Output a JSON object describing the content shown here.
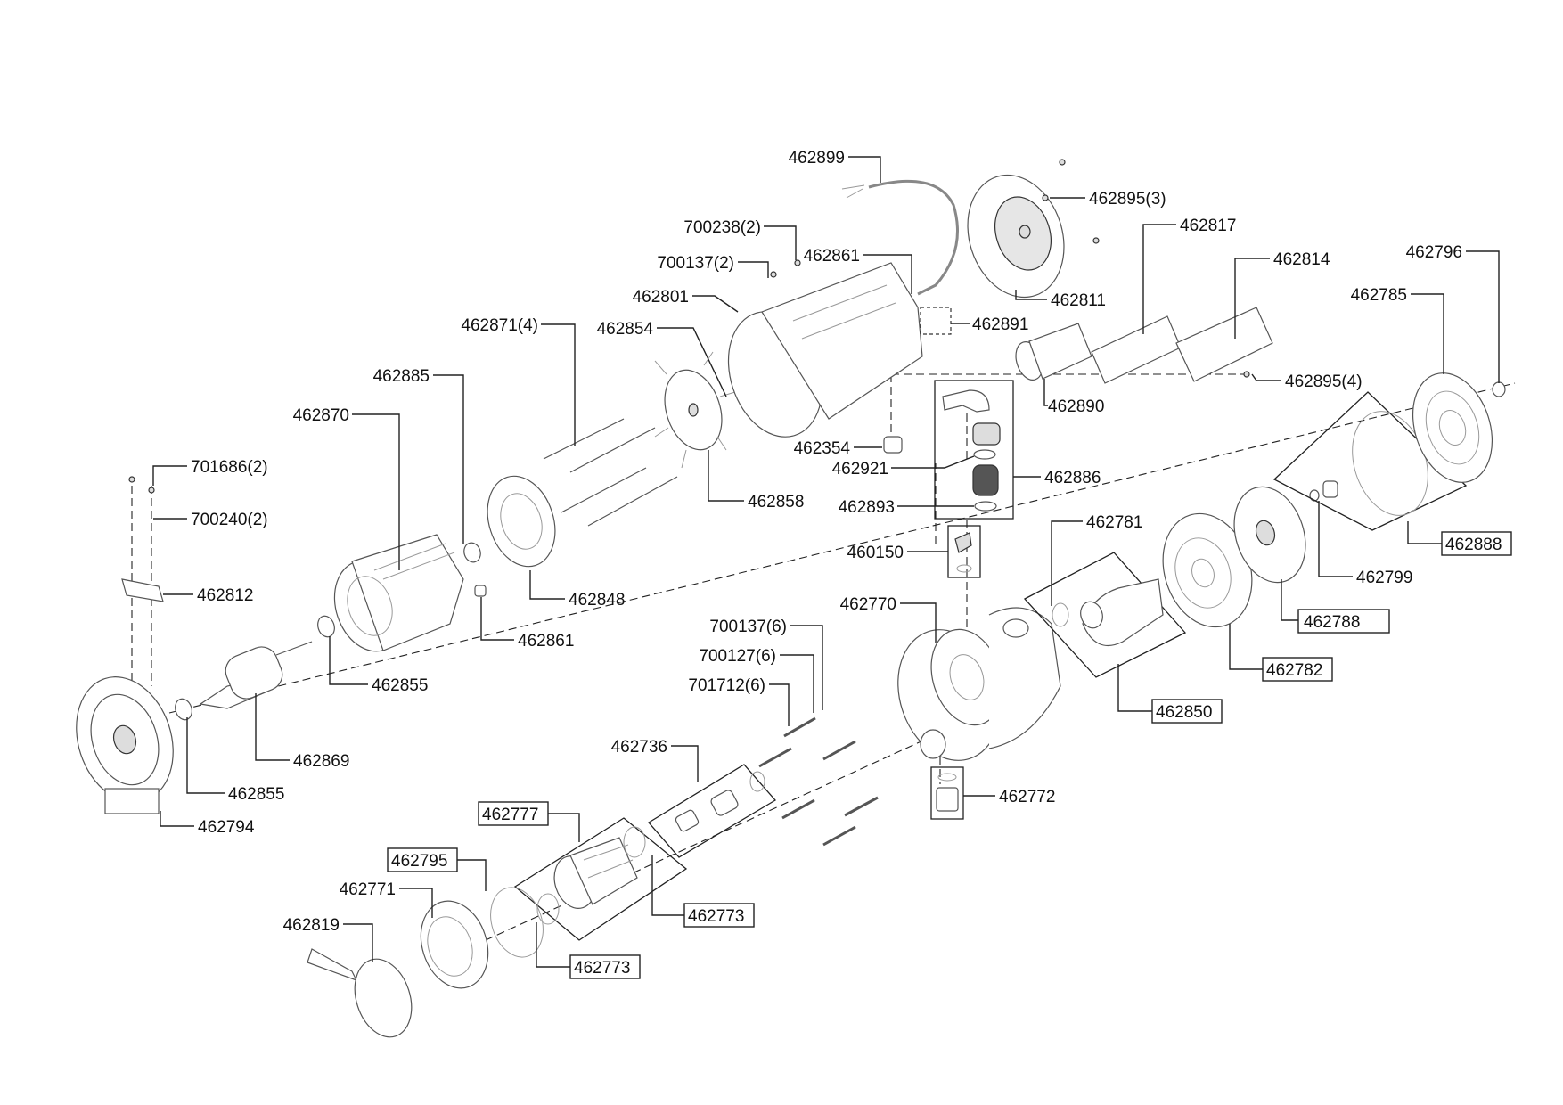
{
  "diagram": {
    "type": "exploded-parts-view",
    "part_labels": {
      "p462899": "462899",
      "p462895_3": "462895(3)",
      "p700238": "700238(2)",
      "p462817": "462817",
      "p462861_top": "462861",
      "p462814": "462814",
      "p700137_2": "700137(2)",
      "p462796": "462796",
      "p462801": "462801",
      "p462811": "462811",
      "p462785": "462785",
      "p462891": "462891",
      "p462871": "462871(4)",
      "p462854": "462854",
      "p462895_4": "462895(4)",
      "p462885": "462885",
      "p462890": "462890",
      "p462870": "462870",
      "p462354": "462354",
      "p462921": "462921",
      "p462886": "462886",
      "p701686": "701686(2)",
      "p462858": "462858",
      "p462893": "462893",
      "p700240": "700240(2)",
      "p462781": "462781",
      "p462888": "462888",
      "p460150": "460150",
      "p462799": "462799",
      "p462812": "462812",
      "p462848": "462848",
      "p462770": "462770",
      "p462788": "462788",
      "p700137_6": "700137(6)",
      "p462861_mid": "462861",
      "p700127": "700127(6)",
      "p462782": "462782",
      "p462855_a": "462855",
      "p701712": "701712(6)",
      "p462850": "462850",
      "p462736": "462736",
      "p462869": "462869",
      "p462855_b": "462855",
      "p462772": "462772",
      "p462794": "462794",
      "p462777": "462777",
      "p462795": "462795",
      "p462771": "462771",
      "p462773_a": "462773",
      "p462819": "462819",
      "p462773_b": "462773"
    }
  }
}
